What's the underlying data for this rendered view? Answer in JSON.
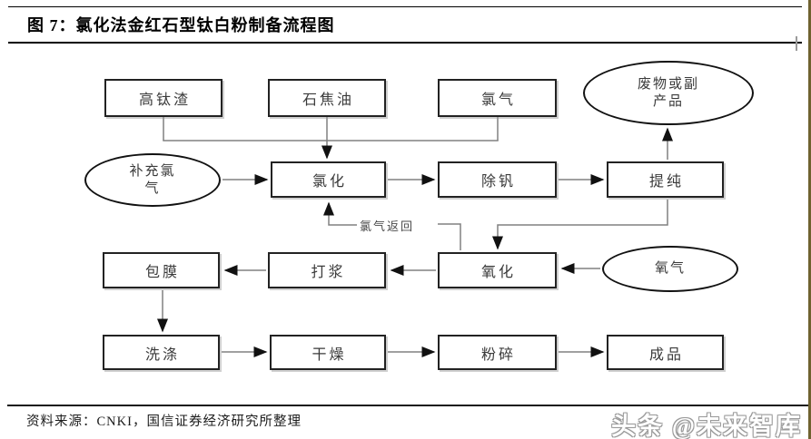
{
  "figure": {
    "title": "图 7：氯化法金红石型钛白粉制备流程图"
  },
  "flowchart": {
    "boxes": [
      {
        "id": "high-titanium-slag",
        "label": "高钛渣"
      },
      {
        "id": "petroleum-coke",
        "label": "石焦油"
      },
      {
        "id": "chlorine-gas",
        "label": "氯气"
      },
      {
        "id": "chlorination",
        "label": "氯化"
      },
      {
        "id": "vanadium-removal",
        "label": "除钒"
      },
      {
        "id": "purification",
        "label": "提纯"
      },
      {
        "id": "coating",
        "label": "包膜"
      },
      {
        "id": "pulping",
        "label": "打浆"
      },
      {
        "id": "oxidation",
        "label": "氧化"
      },
      {
        "id": "washing",
        "label": "洗涤"
      },
      {
        "id": "drying",
        "label": "干燥"
      },
      {
        "id": "crushing",
        "label": "粉碎"
      },
      {
        "id": "finished-product",
        "label": "成品"
      }
    ],
    "ellipses": [
      {
        "id": "waste-byproduct",
        "label": "废物或副\n产品"
      },
      {
        "id": "supplementary-chlorine",
        "label": "补充氯\n气"
      },
      {
        "id": "oxygen",
        "label": "氧气"
      }
    ],
    "annotations": {
      "chlorine_return": "氯气返回"
    },
    "edges": [
      "高钛渣→氯化",
      "石焦油→氯化",
      "氯气→氯化",
      "补充氯气→氯化",
      "氯化→除钒",
      "除钒→提纯",
      "提纯→废物或副产品",
      "提纯→氧化",
      "氧化→氯化(氯气返回)",
      "氧气→氧化",
      "氧化→打浆",
      "打浆→包膜",
      "包膜→洗涤",
      "洗涤→干燥",
      "干燥→粉碎",
      "粉碎→成品"
    ]
  },
  "footer": {
    "source": "资料来源：CNKI，国信证券经济研究所整理",
    "watermark": "头条 @未来智库"
  },
  "colors": {
    "connector_line": "#808080",
    "arrowhead": "#111111",
    "box_border": "#222222",
    "title_rule": "#000000",
    "right_border": "#6f6230",
    "watermark_outline": "#9a9a9a"
  }
}
